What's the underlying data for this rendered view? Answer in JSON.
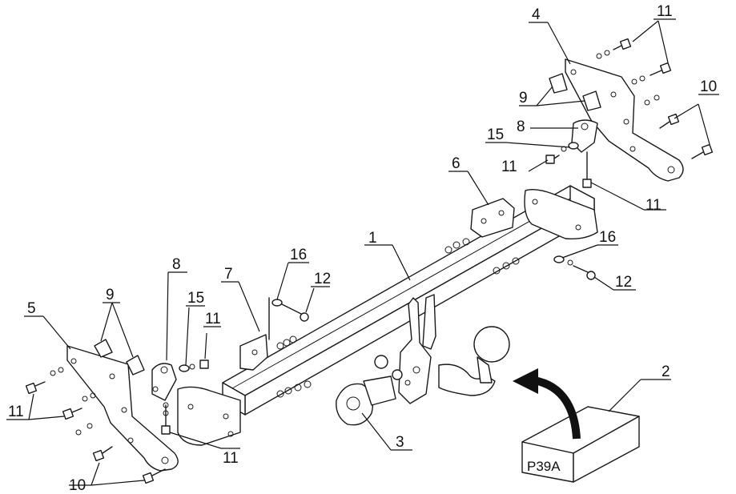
{
  "diagram": {
    "part_numbers": {
      "p1": "1",
      "p2": "2",
      "p3": "3",
      "p4": "4",
      "p5": "5",
      "p6": "6",
      "p7": "7",
      "p8a": "8",
      "p8b": "8",
      "p9a": "9",
      "p9b": "9",
      "p10a": "10",
      "p10b": "10",
      "p11a": "11",
      "p11b": "11",
      "p11c": "11",
      "p11d": "11",
      "p11e": "11",
      "p11f": "11",
      "p12a": "12",
      "p12b": "12",
      "p15a": "15",
      "p15b": "15",
      "p16a": "16",
      "p16b": "16"
    },
    "box_label": "P39A"
  }
}
